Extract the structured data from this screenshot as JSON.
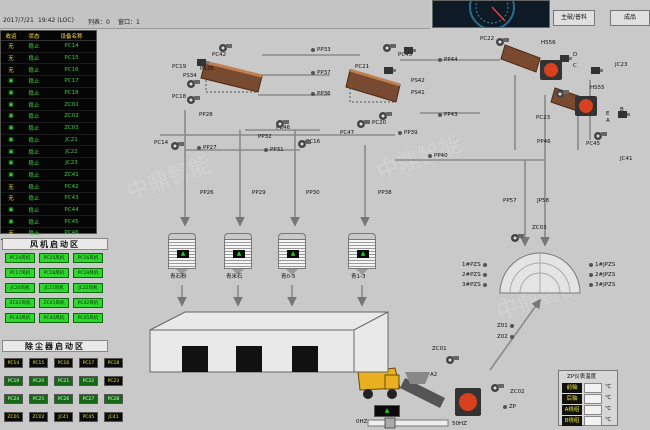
{
  "topbar": {
    "date": "2017/7/21",
    "time": "19:42 (LOC)",
    "queue_label": "列表：0",
    "window_label": "窗口：1",
    "mode_button": "主破/普料",
    "product_button": "成品"
  },
  "equipment_table": {
    "headers": [
      "收运",
      "状态",
      "设备名称"
    ],
    "rows": [
      {
        "ind": "无",
        "status": "稳止",
        "name": "PC14",
        "ind_color": "#ffe040"
      },
      {
        "ind": "无",
        "status": "稳止",
        "name": "PC15",
        "ind_color": "#ffe040"
      },
      {
        "ind": "无",
        "status": "稳止",
        "name": "PC16",
        "ind_color": "#ffe040"
      },
      {
        "ind": "▣",
        "status": "稳止",
        "name": "PC17",
        "ind_color": "#39d039"
      },
      {
        "ind": "▣",
        "status": "稳止",
        "name": "PC18",
        "ind_color": "#39d039"
      },
      {
        "ind": "▣",
        "status": "稳止",
        "name": "ZC01",
        "ind_color": "#39d039"
      },
      {
        "ind": "▣",
        "status": "稳止",
        "name": "ZC02",
        "ind_color": "#39d039"
      },
      {
        "ind": "▣",
        "status": "稳止",
        "name": "ZC03",
        "ind_color": "#39d039"
      },
      {
        "ind": "▣",
        "status": "稳止",
        "name": "JC21",
        "ind_color": "#39d039"
      },
      {
        "ind": "▣",
        "status": "稳止",
        "name": "JC22",
        "ind_color": "#39d039"
      },
      {
        "ind": "▣",
        "status": "稳止",
        "name": "JC23",
        "ind_color": "#39d039"
      },
      {
        "ind": "▣",
        "status": "稳止",
        "name": "ZC41",
        "ind_color": "#39d039"
      },
      {
        "ind": "无",
        "status": "稳止",
        "name": "PC42",
        "ind_color": "#ffe040"
      },
      {
        "ind": "无",
        "status": "稳止",
        "name": "PC43",
        "ind_color": "#ffe040"
      },
      {
        "ind": "▣",
        "status": "稳止",
        "name": "PC44",
        "ind_color": "#39d039"
      },
      {
        "ind": "▣",
        "status": "稳止",
        "name": "PC45",
        "ind_color": "#39d039"
      },
      {
        "ind": "无",
        "status": "稳止",
        "name": "PC46",
        "ind_color": "#ffe040"
      }
    ]
  },
  "fan_section": {
    "title": "风机启动区",
    "buttons": [
      "PC14风机",
      "PC15风机",
      "PC16风机",
      "PC17风机",
      "PC18风机",
      "PC19风机",
      "JC20风机",
      "JC21风机",
      "JC22风机",
      "ZC01风机",
      "ZC41风机",
      "PC42风机",
      "PC43风机",
      "PC44风机",
      "PC45风机"
    ]
  },
  "dc_section": {
    "title": "除尘器启动区",
    "buttons": [
      {
        "label": "PC14",
        "on": false
      },
      {
        "label": "PC15",
        "on": false
      },
      {
        "label": "PC16",
        "on": false
      },
      {
        "label": "PC17",
        "on": false
      },
      {
        "label": "PC18",
        "on": false
      },
      {
        "label": "PC19",
        "on": true
      },
      {
        "label": "PC20",
        "on": true
      },
      {
        "label": "PC21",
        "on": true
      },
      {
        "label": "PC22",
        "on": true
      },
      {
        "label": "PC23",
        "on": false
      },
      {
        "label": "PC24",
        "on": true
      },
      {
        "label": "PC25",
        "on": true
      },
      {
        "label": "PC26",
        "on": true
      },
      {
        "label": "PC27",
        "on": true
      },
      {
        "label": "PC28",
        "on": true
      },
      {
        "label": "ZC01",
        "on": false
      },
      {
        "label": "ZC02",
        "on": false
      },
      {
        "label": "JC41",
        "on": false
      },
      {
        "label": "PC45",
        "on": false
      },
      {
        "label": "JC41",
        "on": false
      }
    ]
  },
  "diagram": {
    "labels": {
      "pc42": "PC42",
      "pc19": "PC19",
      "ps35": "PS35",
      "ps34": "PS34",
      "pc18": "PC18",
      "pp33": "PP33",
      "pp37": "PP37",
      "pp36": "PP36",
      "pc21": "PC21",
      "pc43": "PC43",
      "ps42": "PS42",
      "ps41": "PS41",
      "pc20": "PC20",
      "pc47": "PC47",
      "pp44": "PP44",
      "pp43": "PP43",
      "pp39": "PP39",
      "pp40": "PP40",
      "pc22": "PC22",
      "hs56": "HS56",
      "d": "D",
      "c": "C",
      "jc23": "JC23",
      "hs55": "HS55",
      "b": "B",
      "pc23": "PC23",
      "e": "E",
      "a": "A",
      "pp46": "PP46",
      "pc45": "PC45",
      "jc41": "JC41",
      "pp28": "PP28",
      "pc46": "PC46",
      "pp32": "PP32",
      "pc14": "PC14",
      "pp27": "PP27",
      "pp31": "PP31",
      "pc16": "PC16",
      "pp26": "PP26",
      "pp29": "PP29",
      "pp30": "PP30",
      "pp38": "PP38",
      "pp57": "PP57",
      "jp58": "JP58",
      "zc03": "ZC03",
      "z01": "Z01",
      "z02": "Z02",
      "zc01": "ZC01",
      "a2": "A2",
      "zc02": "ZC02",
      "zp": "ZP"
    },
    "silos": [
      {
        "name": "silo-1",
        "label": "青石粉"
      },
      {
        "name": "silo-2",
        "label": "青米石"
      },
      {
        "name": "silo-3",
        "label": "青0-5"
      },
      {
        "name": "silo-4",
        "label": "青1-3"
      }
    ],
    "dome_left": [
      "1#PZS",
      "2#PZS",
      "3#PZS"
    ],
    "dome_right": [
      "1#JPZS",
      "2#JPZS",
      "3#JPZS"
    ]
  },
  "temp_panel": {
    "title": "ZP仪表温度",
    "rows": [
      {
        "label": "前轴",
        "unit": "℃"
      },
      {
        "label": "后轴",
        "unit": "℃"
      },
      {
        "label": "A绕组",
        "unit": "℃"
      },
      {
        "label": "B绕组",
        "unit": "℃"
      }
    ]
  },
  "freq": {
    "left": "0HZ",
    "right": "50HZ"
  },
  "watermark": "中鼎智能",
  "colors": {
    "background": "#c9c9c9",
    "button_green": "#2fd82f",
    "arrow_gray": "#777777",
    "crusher_red": "#d84020",
    "conveyor_brown": "#8b4a2a"
  }
}
